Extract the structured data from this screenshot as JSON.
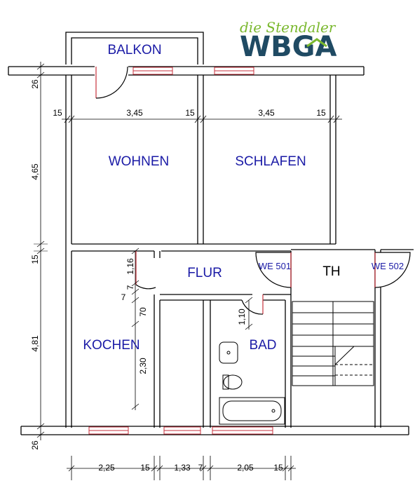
{
  "logo": {
    "script_text": "die Stendaler",
    "main_text": "WBGA",
    "colors": {
      "script": "#7ab82e",
      "main": "#1f4a63"
    }
  },
  "rooms": {
    "balkon": "BALKON",
    "wohnen": "WOHNEN",
    "schlafen": "SCHLAFEN",
    "flur": "FLUR",
    "kochen": "KOCHEN",
    "bad": "BAD",
    "treppenhaus": "TH",
    "we501": "WE 501",
    "we502": "WE 502"
  },
  "dimensions": {
    "top_wall_left": "15",
    "wohnen_width": "3,45",
    "middle_wall": "15",
    "schlafen_width": "3,45",
    "top_wall_right": "15",
    "left_26_top": "26",
    "left_465": "4,65",
    "left_15": "15",
    "left_481": "4,81",
    "left_26_bottom": "26",
    "door_116": "1,16",
    "door_7a": "7",
    "door_7b": "7",
    "door_70": "70",
    "kitchen_230": "2,30",
    "bath_110": "1,10",
    "bottom_225": "2,25",
    "bottom_15a": "15",
    "bottom_133": "1,33",
    "bottom_7": "7",
    "bottom_205": "2,05",
    "bottom_15b": "15"
  },
  "colors": {
    "room_label": "#1a1aa6",
    "wall": "#000000",
    "window": "#c8323c",
    "door_swing": "#c8323c",
    "grid": "#9a9a9a"
  }
}
